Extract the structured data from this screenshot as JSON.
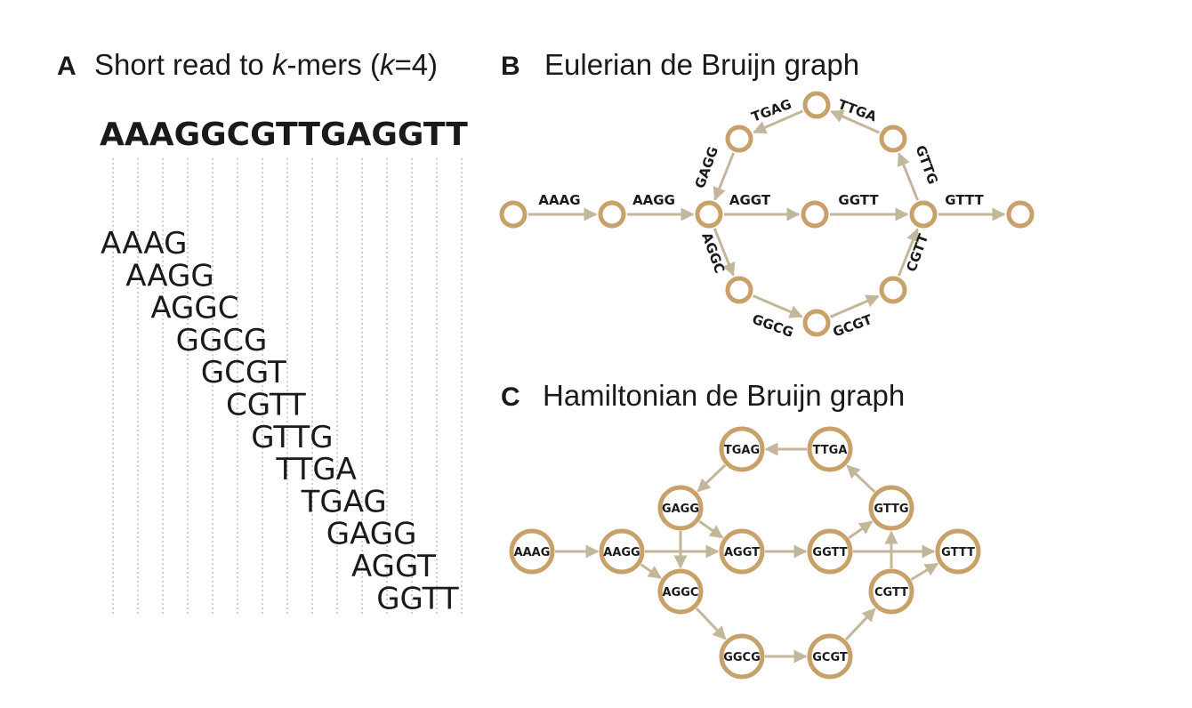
{
  "panels": {
    "a": {
      "letter": "A",
      "title_pre": "Short read to ",
      "title_k": "k",
      "title_mid": "-mers (",
      "title_k2": "k",
      "title_post": "=4)"
    },
    "b": {
      "letter": "B",
      "title": "Eulerian de Bruijn graph"
    },
    "c": {
      "letter": "C",
      "title": "Hamiltonian de Bruijn graph"
    }
  },
  "read": "AAAGGCGTTGAGGTT",
  "kmers": [
    "AAAG",
    "AAGG",
    "AGGC",
    "GGCG",
    "GCGT",
    "CGTT",
    "GTTG",
    "TTGA",
    "TGAG",
    "GAGG",
    "AGGT",
    "GGTT"
  ],
  "eulerian": {
    "edges": [
      {
        "from": "b0",
        "to": "b1",
        "label": "AAAG"
      },
      {
        "from": "b1",
        "to": "b2",
        "label": "AAGG"
      },
      {
        "from": "b2",
        "to": "b3",
        "label": "AGGT"
      },
      {
        "from": "b3",
        "to": "b4",
        "label": "GGTT"
      },
      {
        "from": "b4",
        "to": "b5",
        "label": "GTTT"
      },
      {
        "from": "b4",
        "to": "b6",
        "label": "GTTG"
      },
      {
        "from": "b6",
        "to": "b7",
        "label": "TTGA"
      },
      {
        "from": "b7",
        "to": "b8",
        "label": "TGAG"
      },
      {
        "from": "b8",
        "to": "b2",
        "label": "GAGG"
      },
      {
        "from": "b2",
        "to": "b9",
        "label": "AGGC"
      },
      {
        "from": "b9",
        "to": "b10",
        "label": "GGCG"
      },
      {
        "from": "b10",
        "to": "b11",
        "label": "GCGT"
      },
      {
        "from": "b11",
        "to": "b4",
        "label": "CGTT"
      }
    ]
  },
  "hamiltonian": {
    "nodes": [
      {
        "id": "AAAG",
        "label": "AAAG"
      },
      {
        "id": "AAGG",
        "label": "AAGG"
      },
      {
        "id": "AGGT",
        "label": "AGGT"
      },
      {
        "id": "GGTT",
        "label": "GGTT"
      },
      {
        "id": "GTTT",
        "label": "GTTT"
      },
      {
        "id": "GAGG",
        "label": "GAGG"
      },
      {
        "id": "TGAG",
        "label": "TGAG"
      },
      {
        "id": "TTGA",
        "label": "TTGA"
      },
      {
        "id": "GTTG",
        "label": "GTTG"
      },
      {
        "id": "AGGC",
        "label": "AGGC"
      },
      {
        "id": "GGCG",
        "label": "GGCG"
      },
      {
        "id": "GCGT",
        "label": "GCGT"
      },
      {
        "id": "CGTT",
        "label": "CGTT"
      }
    ],
    "edges": [
      [
        "AAAG",
        "AAGG"
      ],
      [
        "AAGG",
        "AGGT"
      ],
      [
        "AAGG",
        "AGGC"
      ],
      [
        "AGGT",
        "GGTT"
      ],
      [
        "GGTT",
        "GTTT"
      ],
      [
        "GGTT",
        "GTTG"
      ],
      [
        "GTTG",
        "TTGA"
      ],
      [
        "TTGA",
        "TGAG"
      ],
      [
        "TGAG",
        "GAGG"
      ],
      [
        "GAGG",
        "AGGT"
      ],
      [
        "GAGG",
        "AGGC"
      ],
      [
        "AGGC",
        "GGCG"
      ],
      [
        "GGCG",
        "GCGT"
      ],
      [
        "GCGT",
        "CGTT"
      ],
      [
        "CGTT",
        "GTTT"
      ],
      [
        "CGTT",
        "GTTG"
      ]
    ]
  },
  "colors": {
    "node_stroke": "#c8a069",
    "edge": "#c2b79a",
    "text": "#1a1a1a"
  }
}
